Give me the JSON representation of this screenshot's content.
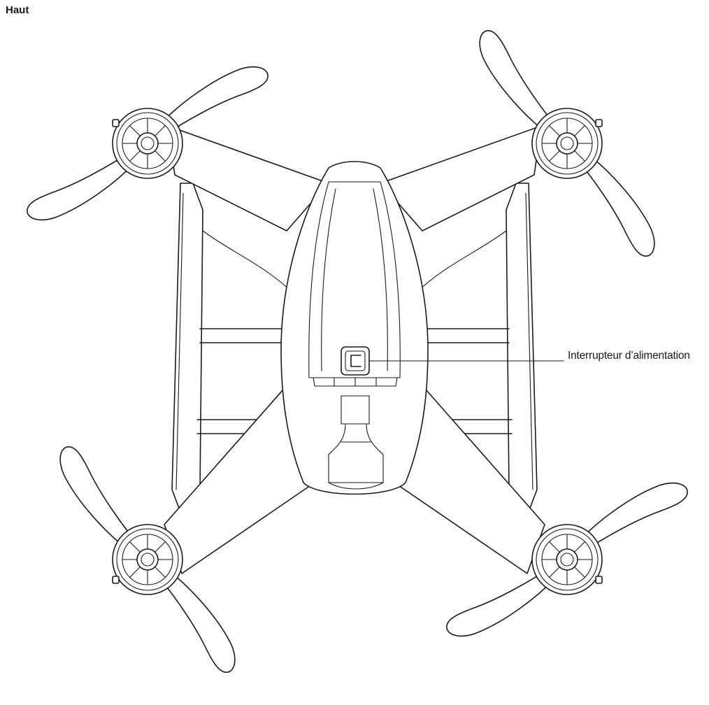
{
  "diagram": {
    "view_label": "Haut",
    "callouts": [
      {
        "id": "power-switch",
        "label": "Interrupteur d’alimentation"
      }
    ],
    "rotor_count": 4,
    "line_color": "#1a1a1a",
    "background_color": "#ffffff"
  }
}
